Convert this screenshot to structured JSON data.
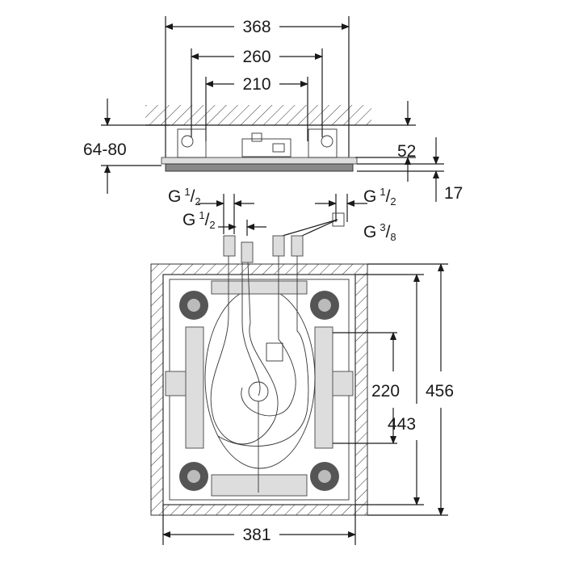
{
  "dimensions": {
    "top_width_outer": "368",
    "top_width_mid": "260",
    "top_width_inner": "210",
    "install_depth": "64-80",
    "mount_height": "52",
    "plate_height": "17",
    "box_width": "381",
    "box_height_outer": "456",
    "box_height_inner": "443",
    "bracket_spacing": "220"
  },
  "connections": [
    {
      "prefix": "G",
      "num": "1",
      "den": "2"
    },
    {
      "prefix": "G",
      "num": "1",
      "den": "2"
    },
    {
      "prefix": "G",
      "num": "1",
      "den": "2"
    },
    {
      "prefix": "G",
      "num": "3",
      "den": "8"
    }
  ]
}
